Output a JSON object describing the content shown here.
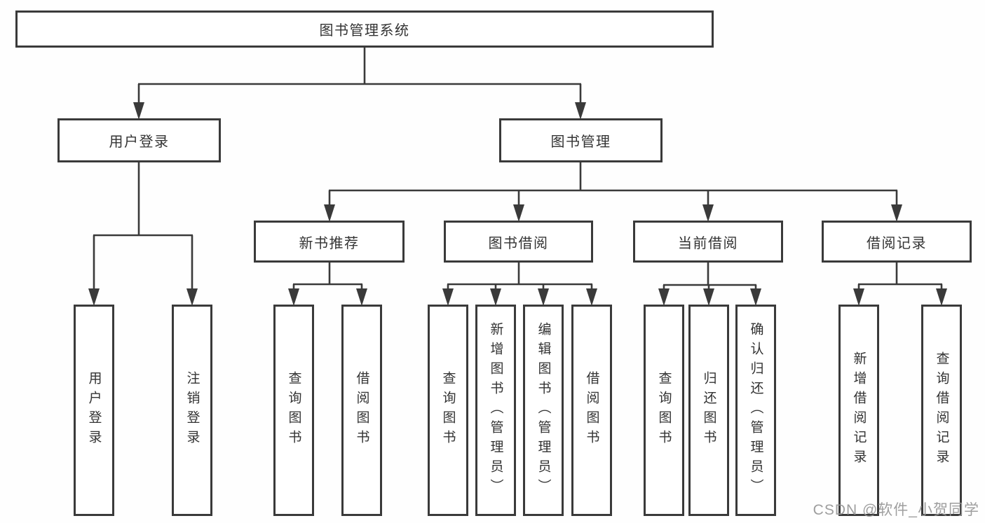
{
  "diagram": {
    "type": "tree",
    "title": "图书管理系统",
    "children": [
      {
        "label": "用户登录",
        "children": [
          "用户登录",
          "注销登录"
        ]
      },
      {
        "label": "图书管理",
        "children": [
          {
            "label": "新书推荐",
            "children": [
              "查询图书",
              "借阅图书"
            ]
          },
          {
            "label": "图书借阅",
            "children": [
              "查询图书",
              "新增图书（管理员）",
              "编辑图书（管理员）",
              "借阅图书"
            ]
          },
          {
            "label": "当前借阅",
            "children": [
              "查询图书",
              "归还图书",
              "确认归还（管理员）"
            ]
          },
          {
            "label": "借阅记录",
            "children": [
              "新增借阅记录",
              "查询借阅记录"
            ]
          }
        ]
      }
    ],
    "line_color": "#3a3a3a",
    "box_background": "#ffffff",
    "text_color": "#333333"
  },
  "watermark": "CSDN @软件_小贺同学"
}
